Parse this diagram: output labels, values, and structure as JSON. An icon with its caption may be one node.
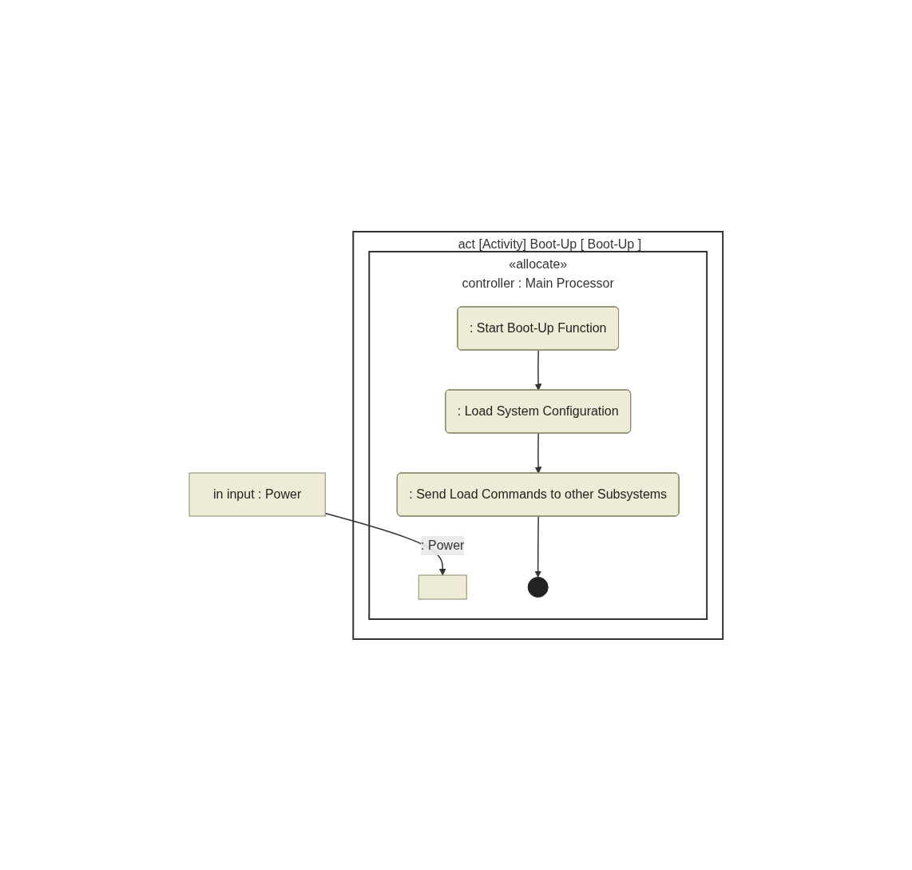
{
  "diagram": {
    "nodes": [
      {
        "text": [
          "act [Activity] Boot-Up [ Boot-Up ]"
        ]
      },
      {
        "text": [
          "«allocate»",
          "controller : Main Processor"
        ],
        "in": 0
      },
      {
        "text": [
          "in input : Power"
        ]
      },
      {
        "text": [],
        "shape": "box",
        "in": 1
      },
      {
        "text": [
          ": Start Boot-Up Function"
        ],
        "in": 1
      },
      {
        "text": [
          ": Load System Configuration"
        ],
        "in": 1
      },
      {
        "text": [
          ": Send Load Commands to other Subsystems"
        ],
        "in": 1
      },
      {
        "text": [],
        "shape": "circle",
        "in": 1
      }
    ],
    "edges": [
      {
        "from": 2,
        "to": 3,
        "arrow": "to",
        "label": ": Power"
      },
      {
        "from": 4,
        "to": 5,
        "arrow": "to"
      },
      {
        "from": 5,
        "to": 6,
        "arrow": "to"
      },
      {
        "from": 6,
        "to": 7,
        "arrow": "to"
      }
    ]
  }
}
